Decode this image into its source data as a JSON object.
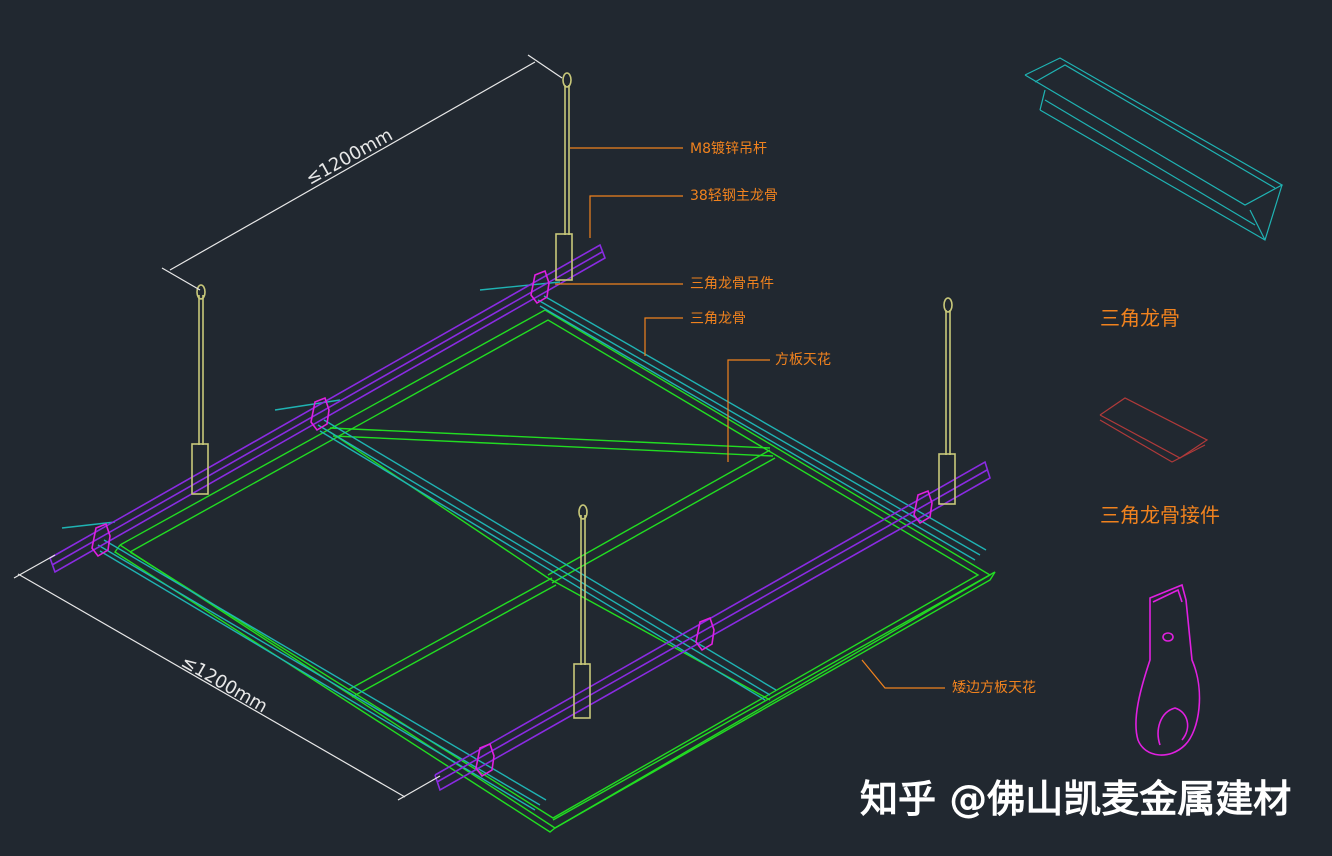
{
  "labels": {
    "rod": "M8镀锌吊杆",
    "main_keel": "38轻钢主龙骨",
    "hanger": "三角龙骨吊件",
    "tri_keel": "三角龙骨",
    "panel": "方板天花",
    "edge_panel": "矮边方板天花"
  },
  "legend": {
    "tri_keel": "三角龙骨",
    "connector": "三角龙骨接件"
  },
  "dimensions": {
    "top": "≤1200mm",
    "left": "≤1200mm"
  },
  "watermark": "知乎 @佛山凯麦金属建材",
  "colors": {
    "background": "#212830",
    "label": "#f0821e",
    "main_keel": "#8a2be2",
    "hanger": "#e020e0",
    "panel_edge": "#22dd22",
    "tri_keel": "#1fb3b3",
    "rod": "#c8c87a",
    "dimension": "#e8e8e8"
  }
}
